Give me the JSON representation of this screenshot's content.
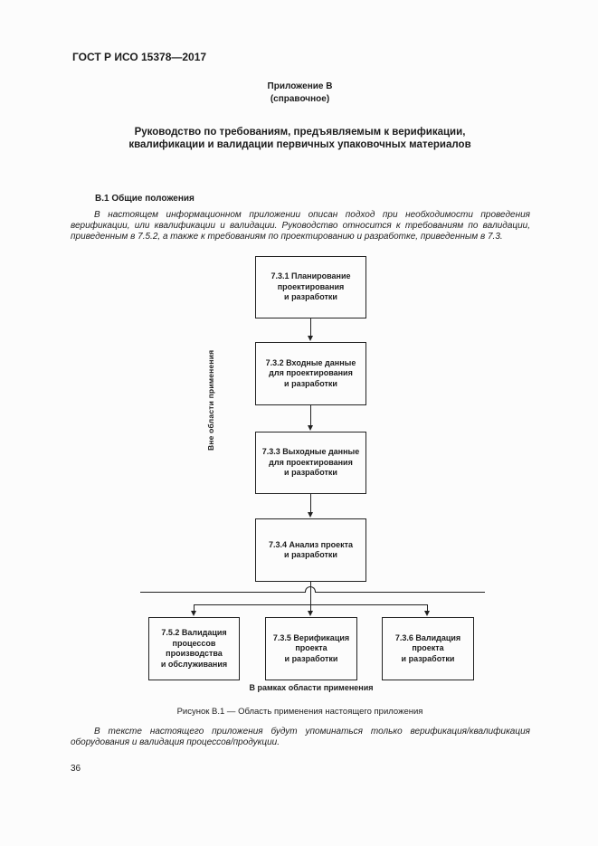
{
  "header": {
    "standard_code": "ГОСТ Р ИСО 15378—2017"
  },
  "appendix": {
    "label": "Приложение В",
    "type": "(справочное)",
    "title": "Руководство по требованиям, предъявляемым к верификации,\nквалификации и валидации первичных упаковочных материалов"
  },
  "section": {
    "heading": "В.1 Общие положения",
    "paragraph": "В настоящем информационном приложении описан подход при необходимости проведения верификации, или квалификации и валидации. Руководство относится к требованиям по валидации, приведенным в 7.5.2, а также к требованиям по проектированию и разработке, приведенным в 7.3."
  },
  "figure": {
    "out_of_scope_label": "Вне области применения",
    "in_scope_label": "В рамках области применения",
    "caption": "Рисунок В.1 — Область применения настоящего приложения",
    "boxes": {
      "b731": "7.3.1 Планирование\nпроектирования\nи разработки",
      "b732": "7.3.2 Входные данные\nдля проектирования\nи разработки",
      "b733": "7.3.3 Выходные данные\nдля проектирования\nи разработки",
      "b734": "7.3.4 Анализ проекта\nи разработки",
      "b752": "7.5.2 Валидация\nпроцессов\nпроизводства\nи обслуживания",
      "b735": "7.3.5 Верификация\nпроекта\nи разработки",
      "b736": "7.3.6 Валидация\nпроекта\nи разработки"
    }
  },
  "closing_paragraph": "В тексте настоящего приложения будут упоминаться только верификация/квалификация оборудования и валидация процессов/продукции.",
  "footer": {
    "page_number": "36"
  },
  "colors": {
    "ink": "#1c1c1c",
    "paper": "#fcfcfc"
  }
}
